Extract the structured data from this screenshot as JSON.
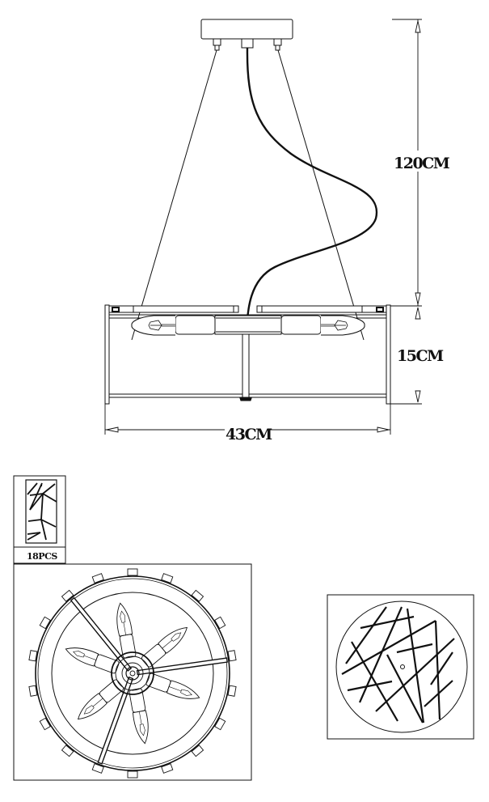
{
  "diagram": {
    "title": "Pendant chandelier dimension drawing",
    "side_view": {
      "dimensions": {
        "suspension_height": "120CM",
        "body_height": "15CM",
        "diameter": "43CM"
      },
      "bulbs_visible": 2
    },
    "crystal_panel_detail": {
      "quantity_label": "18PCS"
    },
    "bottom_view": {
      "bulb_count": 6,
      "support_arms": 3
    },
    "diffuser_view": {
      "pattern": "crossed line shards"
    },
    "colors": {
      "line": "#111111",
      "background": "#ffffff"
    }
  }
}
